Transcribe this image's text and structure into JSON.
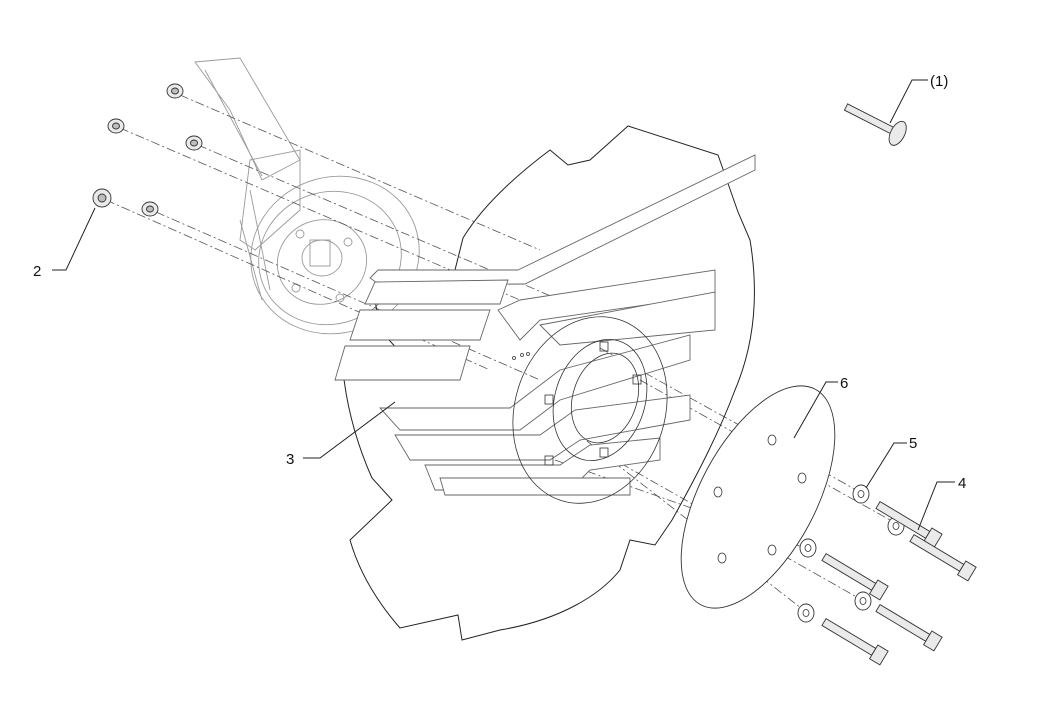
{
  "diagram": {
    "callouts": [
      {
        "id": "c1",
        "label": "(1)"
      },
      {
        "id": "c2",
        "label": "2"
      },
      {
        "id": "c3",
        "label": "3"
      },
      {
        "id": "c4",
        "label": "4"
      },
      {
        "id": "c5",
        "label": "5"
      },
      {
        "id": "c6",
        "label": "6"
      }
    ],
    "colors": {
      "line": "#222222",
      "ghost": "#9a9a9a",
      "part_fill": "#eaeaea",
      "background": "#ffffff"
    }
  }
}
